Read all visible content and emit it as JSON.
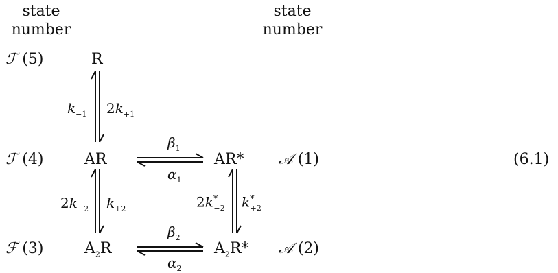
{
  "headers": {
    "left": [
      "state",
      "number"
    ],
    "right": [
      "state",
      "number"
    ]
  },
  "states": [
    {
      "id": "R",
      "label_main": "R",
      "label_sub": "",
      "label_sup": "",
      "class_letter": "ℱ",
      "number": "(5)"
    },
    {
      "id": "AR",
      "label_main": "AR",
      "label_sub": "",
      "label_sup": "",
      "class_letter": "ℱ",
      "number": "(4)"
    },
    {
      "id": "A2R",
      "label_main": "A",
      "label_sub": "2",
      "label_tail": "R",
      "class_letter": "ℱ",
      "number": "(3)"
    },
    {
      "id": "ARstar",
      "label_main": "AR*",
      "class_letter": "𝒜",
      "number": "(1)"
    },
    {
      "id": "A2Rstar",
      "label_main": "A",
      "label_sub": "2",
      "label_tail": "R*",
      "class_letter": "𝒜",
      "number": "(2)"
    }
  ],
  "rates": {
    "R_AR_left": {
      "coef": "",
      "sym": "k",
      "sub": "−1",
      "sup": ""
    },
    "R_AR_right": {
      "coef": "2",
      "sym": "k",
      "sub": "+1",
      "sup": ""
    },
    "AR_A2R_left": {
      "coef": "2",
      "sym": "k",
      "sub": "−2",
      "sup": ""
    },
    "AR_A2R_right": {
      "coef": "",
      "sym": "k",
      "sub": "+2",
      "sup": ""
    },
    "ARs_A2Rs_left": {
      "coef": "2",
      "sym": "k",
      "sub": "−2",
      "sup": "*"
    },
    "ARs_A2Rs_right": {
      "coef": "",
      "sym": "k",
      "sub": "+2",
      "sup": "*"
    },
    "beta1": {
      "sym": "β",
      "sub": "1"
    },
    "alpha1": {
      "sym": "α",
      "sub": "1"
    },
    "beta2": {
      "sym": "β",
      "sub": "2"
    },
    "alpha2": {
      "sym": "α",
      "sub": "2"
    }
  },
  "equation_number": "(6.1)"
}
